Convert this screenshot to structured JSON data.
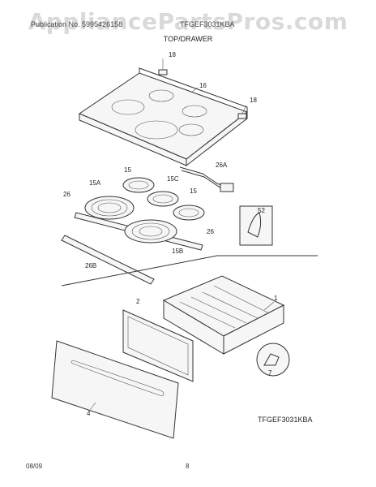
{
  "watermark": "AppliancePartsPros.com",
  "header": {
    "publication_label": "Publication No. 5995426158",
    "model_label": "TFGEF3031KBA",
    "section_title": "TOP/DRAWER"
  },
  "model_code": "TFGEF3031KBA",
  "footer": {
    "date": "08/09",
    "page": "8"
  },
  "callouts": {
    "c18a": "18",
    "c16": "16",
    "c18b": "18",
    "c26a": "26A",
    "c15_top": "15",
    "c15c": "15C",
    "c15a": "15A",
    "c26_left": "26",
    "c15_right": "15",
    "c52": "52",
    "c26_right": "26",
    "c15b": "15B",
    "c26b": "26B",
    "c1": "1",
    "c2": "2",
    "c7": "7",
    "c4": "4"
  }
}
